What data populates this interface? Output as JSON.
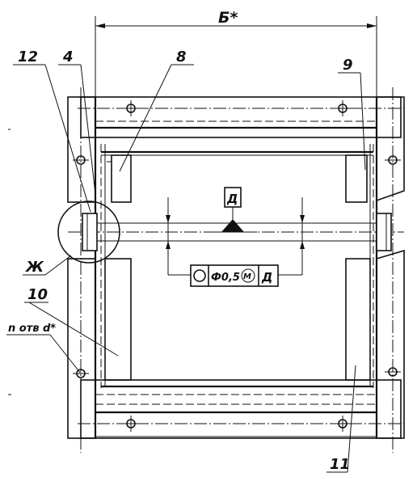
{
  "drawing": {
    "labels": {
      "dimension_b": "Б*",
      "part_12": "12",
      "part_4": "4",
      "part_8": "8",
      "part_9": "9",
      "part_10": "10",
      "part_11": "11",
      "view_zh": "Ж",
      "holes_d": "n отв d*"
    },
    "tolerance_frame": {
      "symbol": "position-circle",
      "value": "Ф0,5",
      "modifier": "M",
      "datum": "Д"
    },
    "datum_flag": "Д",
    "colors": {
      "line": "#111111",
      "background": "#ffffff"
    }
  }
}
